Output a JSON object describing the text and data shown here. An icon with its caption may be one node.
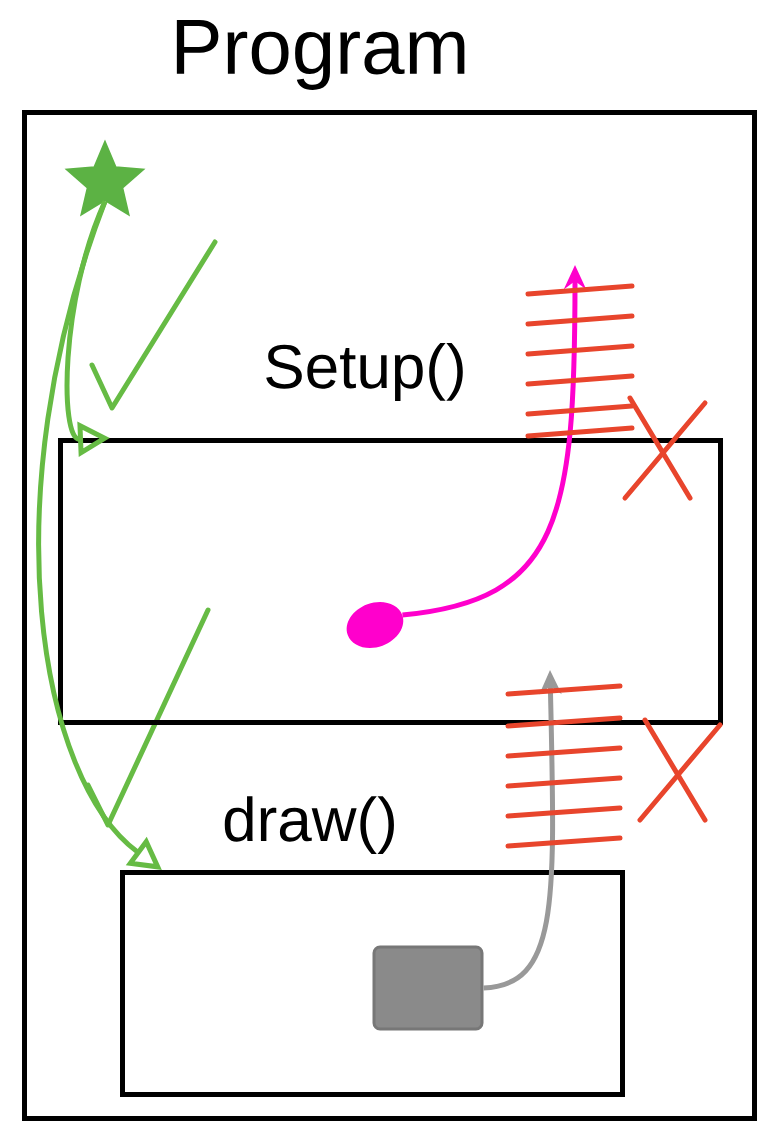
{
  "diagram": {
    "nodes": [
      {
        "text": [
          "Program"
        ]
      },
      {
        "text": [
          "Setup()"
        ],
        "in": 0
      },
      {
        "text": [
          "draw()"
        ],
        "in": 0
      },
      {
        "text": [],
        "shape": "star",
        "in": 0
      },
      {
        "text": [],
        "shape": "circle",
        "in": 1
      },
      {
        "text": [],
        "shape": "box",
        "in": 2
      }
    ],
    "edges": [
      {
        "from": 3,
        "to": 1,
        "arrow": "to",
        "color": "#66bb44"
      },
      {
        "from": 3,
        "to": 2,
        "arrow": "to",
        "color": "#66bb44"
      },
      {
        "from": 4,
        "to": null,
        "arrow": "to",
        "color": "#ff00cc"
      },
      {
        "from": 5,
        "to": null,
        "arrow": "to",
        "color": "#999999"
      }
    ]
  }
}
